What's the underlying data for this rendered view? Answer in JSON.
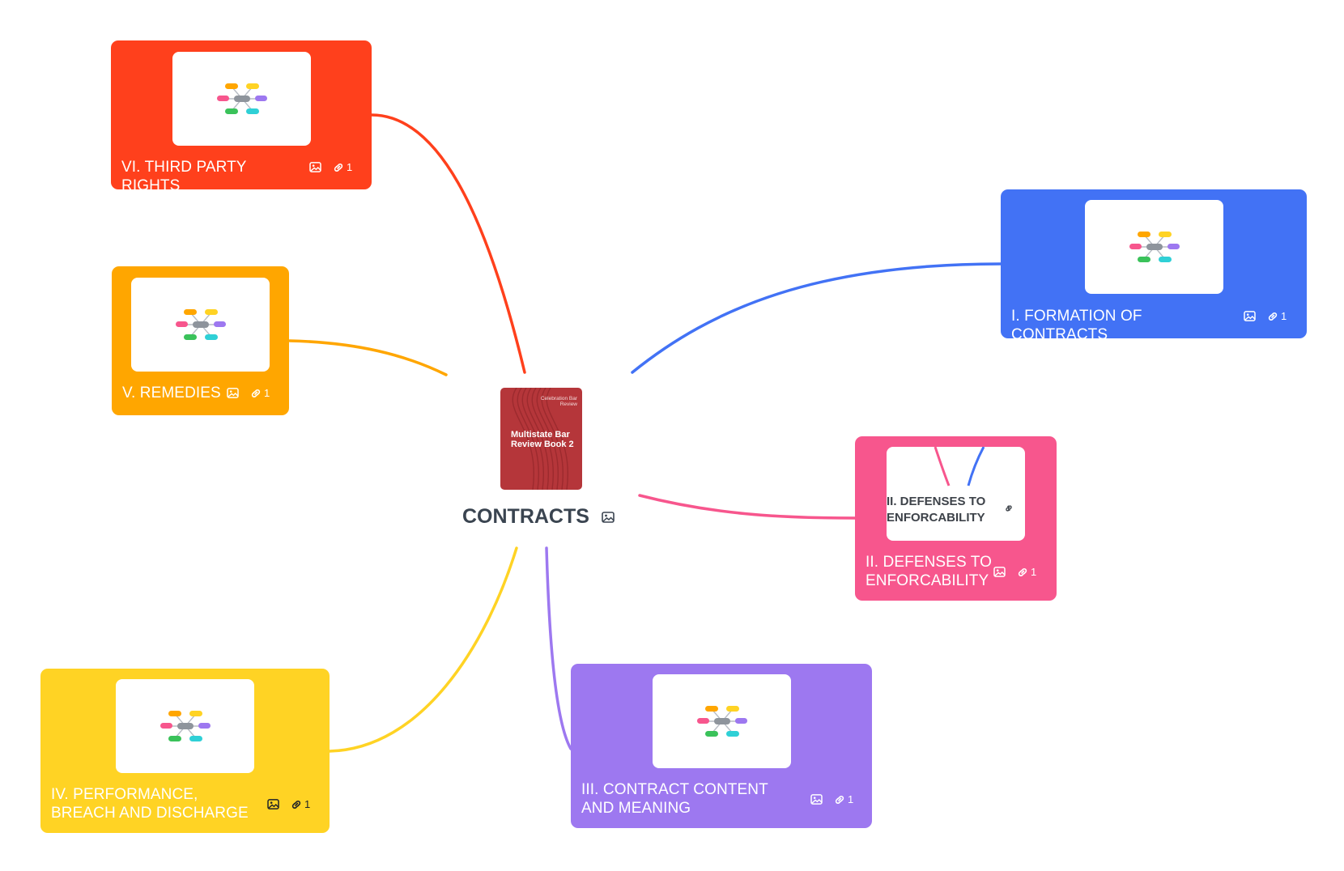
{
  "central": {
    "title": "CONTRACTS",
    "image_icon": "image-icon",
    "book_cover": {
      "publisher": "Celebration Bar Review",
      "title": "Multistate Bar Review Book 2",
      "color": "#b5363a"
    }
  },
  "nodes": [
    {
      "id": "formation",
      "title": "I. FORMATION OF CONTRACTS",
      "color": "#4272f5",
      "link_count": "1"
    },
    {
      "id": "defenses",
      "title": "II. DEFENSES TO ENFORCABILITY",
      "color": "#f7568d",
      "link_count": "1",
      "preview": {
        "title": "II. DEFENSES TO ENFORCABILITY",
        "link_count": "1"
      }
    },
    {
      "id": "content",
      "title": "III. CONTRACT CONTENT AND MEANING",
      "color": "#9d78f0",
      "link_count": "1"
    },
    {
      "id": "performance",
      "title": "IV. PERFORMANCE, BREACH AND DISCHARGE",
      "color": "#ffd324",
      "link_count": "1"
    },
    {
      "id": "remedies",
      "title": "V. REMEDIES",
      "color": "#ffa600",
      "link_count": "1"
    },
    {
      "id": "third-party",
      "title": "VI. THIRD PARTY RIGHTS",
      "color": "#ff401c",
      "link_count": "1"
    }
  ],
  "icons": {
    "image": "image-icon",
    "link": "link-icon"
  }
}
